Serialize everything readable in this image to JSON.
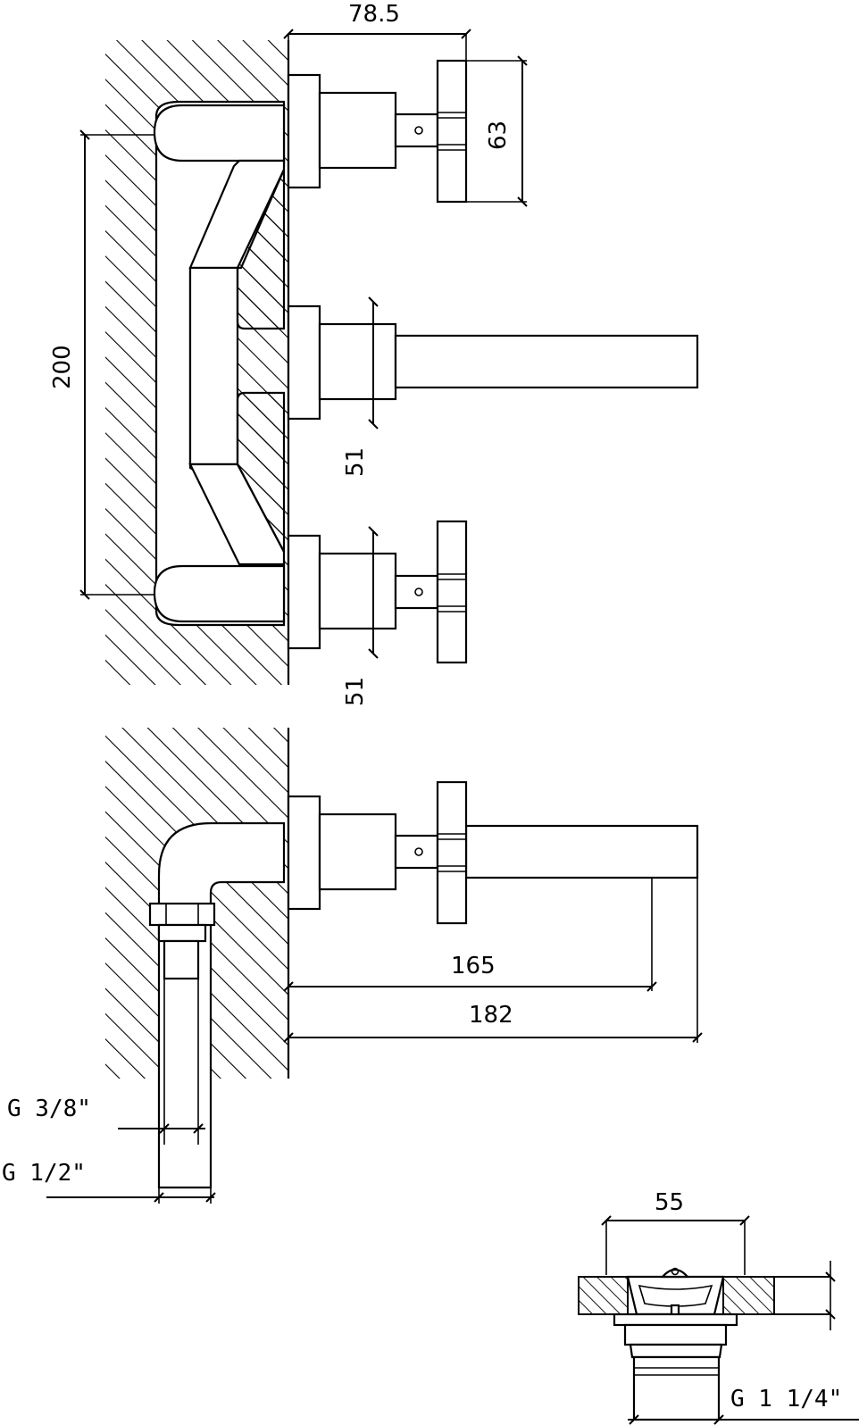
{
  "dimensions": {
    "width_top": "78.5",
    "handle_height": "63",
    "spacing": "200",
    "body_mid": "51",
    "body_low": "51",
    "reach_spout": "165",
    "reach_total": "182",
    "drain_width": "55",
    "drain_thread": "G 1 1/4\"",
    "pipe_inner": "G 3/8\"",
    "pipe_outer": "G 1/2\""
  },
  "colors": {
    "line": "#000000",
    "background": "#ffffff"
  }
}
